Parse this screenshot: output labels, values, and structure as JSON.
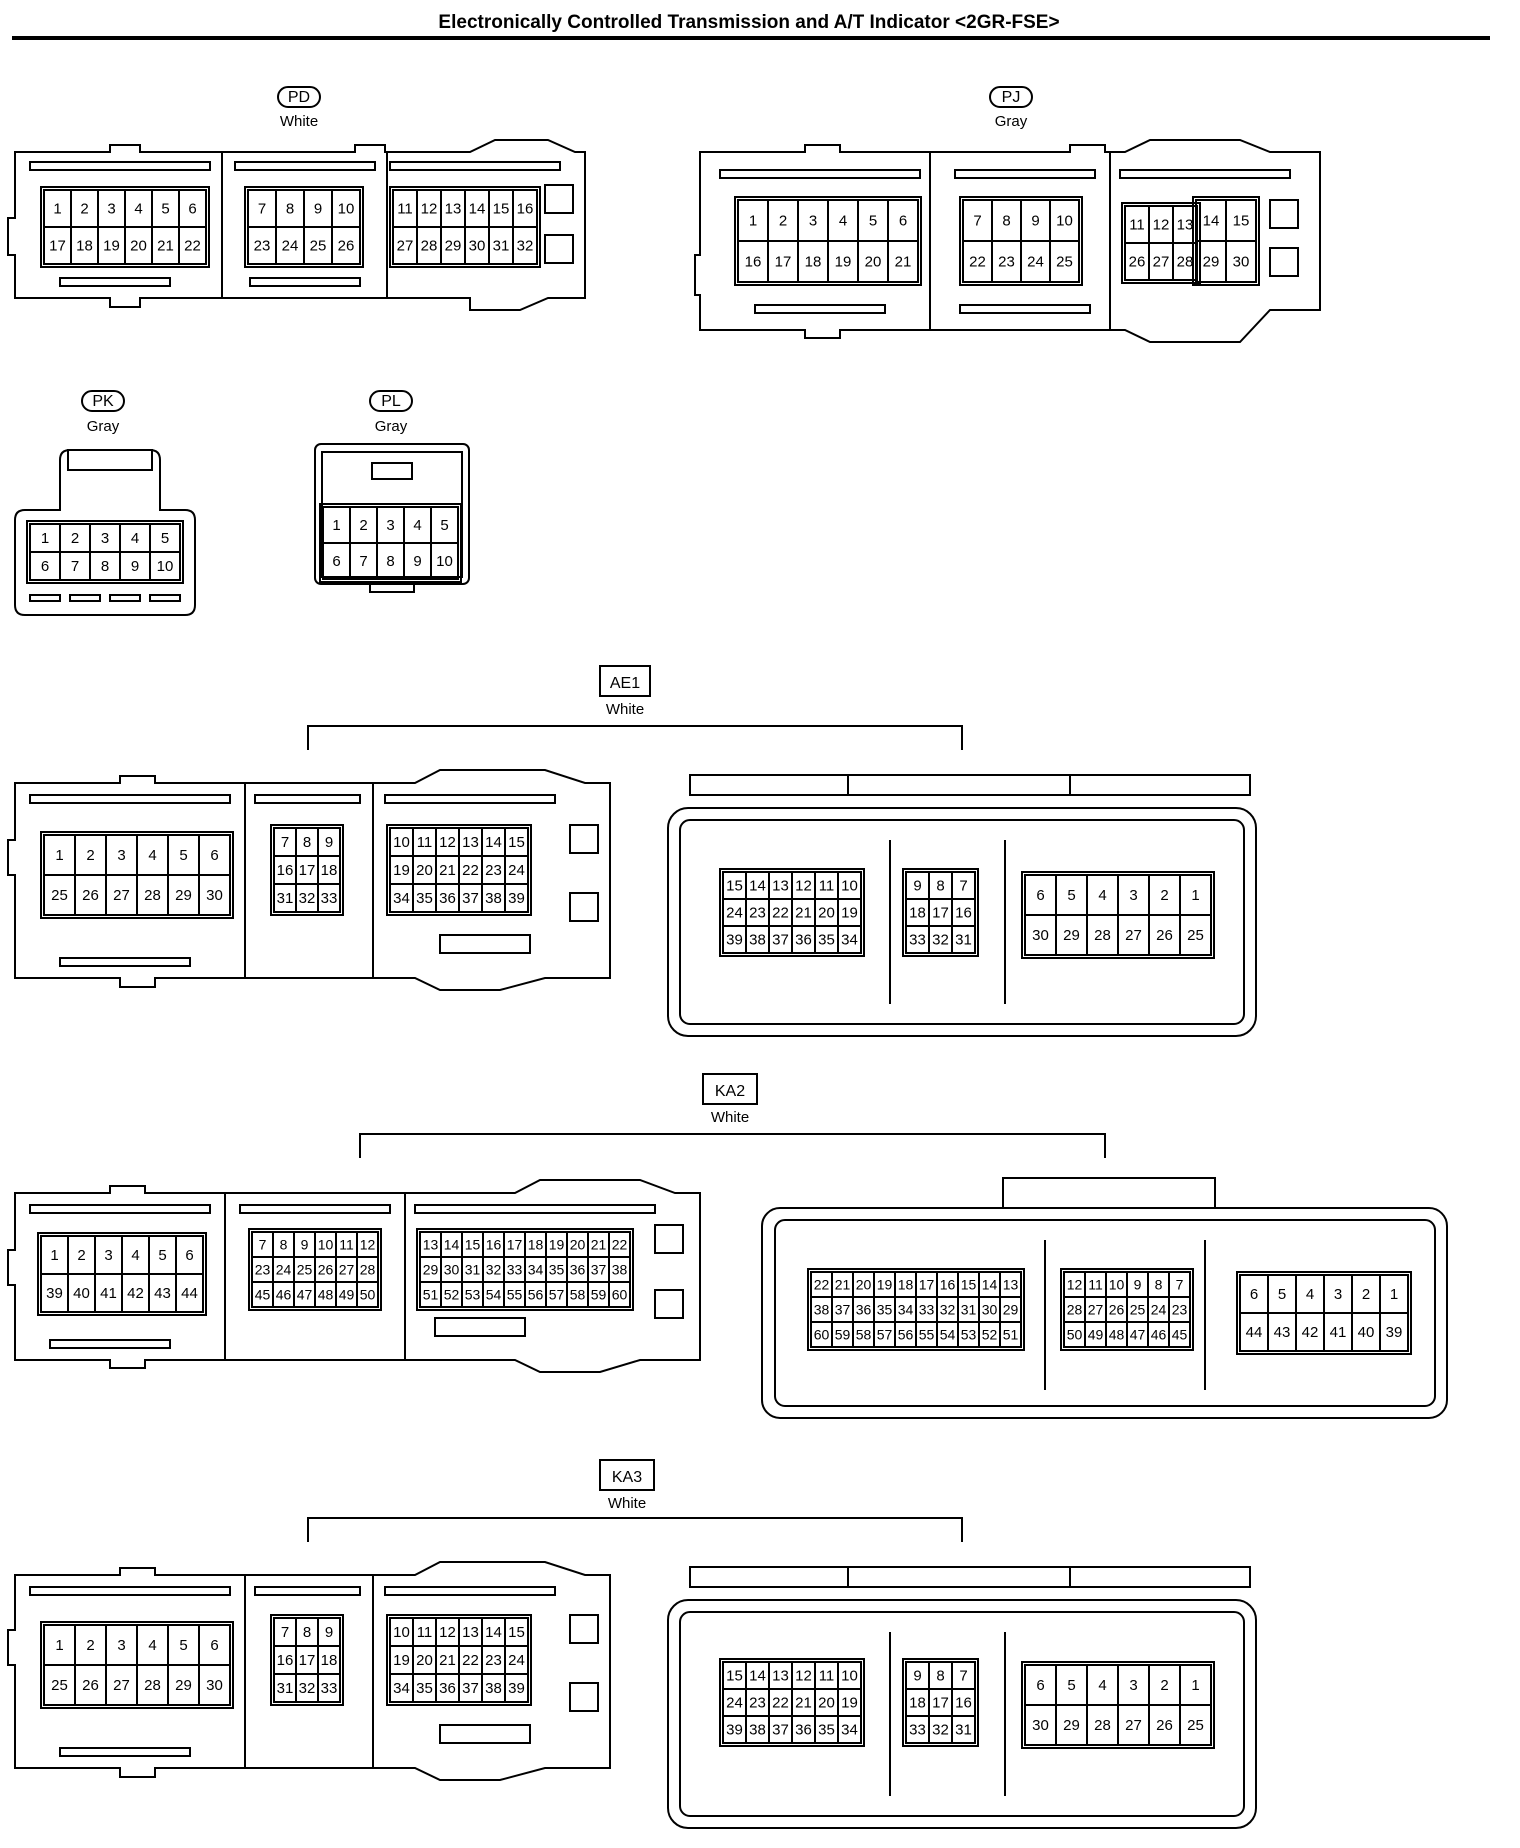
{
  "title": "Electronically Controlled Transmission and A/T Indicator <2GR-FSE>",
  "connectors": {
    "PD": {
      "code": "PD",
      "color": "White",
      "blocks": [
        [
          [
            "1",
            "2",
            "3",
            "4",
            "5",
            "6"
          ],
          [
            "17",
            "18",
            "19",
            "20",
            "21",
            "22"
          ]
        ],
        [
          [
            "7",
            "8",
            "9",
            "10"
          ],
          [
            "23",
            "24",
            "25",
            "26"
          ]
        ],
        [
          [
            "11",
            "12",
            "13",
            "14",
            "15",
            "16"
          ],
          [
            "27",
            "28",
            "29",
            "30",
            "31",
            "32"
          ]
        ]
      ]
    },
    "PJ": {
      "code": "PJ",
      "color": "Gray",
      "blocks": [
        [
          [
            "1",
            "2",
            "3",
            "4",
            "5",
            "6"
          ],
          [
            "16",
            "17",
            "18",
            "19",
            "20",
            "21"
          ]
        ],
        [
          [
            "7",
            "8",
            "9",
            "10"
          ],
          [
            "22",
            "23",
            "24",
            "25"
          ]
        ],
        [
          [
            "11",
            "12",
            "13"
          ],
          [
            "26",
            "27",
            "28"
          ]
        ],
        [
          [
            "14",
            "15"
          ],
          [
            "29",
            "30"
          ]
        ]
      ]
    },
    "PK": {
      "code": "PK",
      "color": "Gray",
      "blocks": [
        [
          [
            "1",
            "2",
            "3",
            "4",
            "5"
          ],
          [
            "6",
            "7",
            "8",
            "9",
            "10"
          ]
        ]
      ]
    },
    "PL": {
      "code": "PL",
      "color": "Gray",
      "blocks": [
        [
          [
            "1",
            "2",
            "3",
            "4",
            "5"
          ],
          [
            "6",
            "7",
            "8",
            "9",
            "10"
          ]
        ]
      ]
    },
    "AE1": {
      "code": "AE1",
      "color": "White",
      "left": [
        [
          [
            "1",
            "2",
            "3",
            "4",
            "5",
            "6"
          ],
          [
            "25",
            "26",
            "27",
            "28",
            "29",
            "30"
          ]
        ],
        [
          [
            "7",
            "8",
            "9"
          ],
          [
            "16",
            "17",
            "18"
          ],
          [
            "31",
            "32",
            "33"
          ]
        ],
        [
          [
            "10",
            "11",
            "12",
            "13",
            "14",
            "15"
          ],
          [
            "19",
            "20",
            "21",
            "22",
            "23",
            "24"
          ],
          [
            "34",
            "35",
            "36",
            "37",
            "38",
            "39"
          ]
        ]
      ],
      "right": [
        [
          [
            "15",
            "14",
            "13",
            "12",
            "11",
            "10"
          ],
          [
            "24",
            "23",
            "22",
            "21",
            "20",
            "19"
          ],
          [
            "39",
            "38",
            "37",
            "36",
            "35",
            "34"
          ]
        ],
        [
          [
            "9",
            "8",
            "7"
          ],
          [
            "18",
            "17",
            "16"
          ],
          [
            "33",
            "32",
            "31"
          ]
        ],
        [
          [
            "6",
            "5",
            "4",
            "3",
            "2",
            "1"
          ],
          [
            "30",
            "29",
            "28",
            "27",
            "26",
            "25"
          ]
        ]
      ]
    },
    "KA2": {
      "code": "KA2",
      "color": "White",
      "left": [
        [
          [
            "1",
            "2",
            "3",
            "4",
            "5",
            "6"
          ],
          [
            "39",
            "40",
            "41",
            "42",
            "43",
            "44"
          ]
        ],
        [
          [
            "7",
            "8",
            "9",
            "10",
            "11",
            "12"
          ],
          [
            "23",
            "24",
            "25",
            "26",
            "27",
            "28"
          ],
          [
            "45",
            "46",
            "47",
            "48",
            "49",
            "50"
          ]
        ],
        [
          [
            "13",
            "14",
            "15",
            "16",
            "17",
            "18",
            "19",
            "20",
            "21",
            "22"
          ],
          [
            "29",
            "30",
            "31",
            "32",
            "33",
            "34",
            "35",
            "36",
            "37",
            "38"
          ],
          [
            "51",
            "52",
            "53",
            "54",
            "55",
            "56",
            "57",
            "58",
            "59",
            "60"
          ]
        ]
      ],
      "right": [
        [
          [
            "22",
            "21",
            "20",
            "19",
            "18",
            "17",
            "16",
            "15",
            "14",
            "13"
          ],
          [
            "38",
            "37",
            "36",
            "35",
            "34",
            "33",
            "32",
            "31",
            "30",
            "29"
          ],
          [
            "60",
            "59",
            "58",
            "57",
            "56",
            "55",
            "54",
            "53",
            "52",
            "51"
          ]
        ],
        [
          [
            "12",
            "11",
            "10",
            "9",
            "8",
            "7"
          ],
          [
            "28",
            "27",
            "26",
            "25",
            "24",
            "23"
          ],
          [
            "50",
            "49",
            "48",
            "47",
            "46",
            "45"
          ]
        ],
        [
          [
            "6",
            "5",
            "4",
            "3",
            "2",
            "1"
          ],
          [
            "44",
            "43",
            "42",
            "41",
            "40",
            "39"
          ]
        ]
      ]
    },
    "KA3": {
      "code": "KA3",
      "color": "White",
      "left": [
        [
          [
            "1",
            "2",
            "3",
            "4",
            "5",
            "6"
          ],
          [
            "25",
            "26",
            "27",
            "28",
            "29",
            "30"
          ]
        ],
        [
          [
            "7",
            "8",
            "9"
          ],
          [
            "16",
            "17",
            "18"
          ],
          [
            "31",
            "32",
            "33"
          ]
        ],
        [
          [
            "10",
            "11",
            "12",
            "13",
            "14",
            "15"
          ],
          [
            "19",
            "20",
            "21",
            "22",
            "23",
            "24"
          ],
          [
            "34",
            "35",
            "36",
            "37",
            "38",
            "39"
          ]
        ]
      ],
      "right": [
        [
          [
            "15",
            "14",
            "13",
            "12",
            "11",
            "10"
          ],
          [
            "24",
            "23",
            "22",
            "21",
            "20",
            "19"
          ],
          [
            "39",
            "38",
            "37",
            "36",
            "35",
            "34"
          ]
        ],
        [
          [
            "9",
            "8",
            "7"
          ],
          [
            "18",
            "17",
            "16"
          ],
          [
            "33",
            "32",
            "31"
          ]
        ],
        [
          [
            "6",
            "5",
            "4",
            "3",
            "2",
            "1"
          ],
          [
            "30",
            "29",
            "28",
            "27",
            "26",
            "25"
          ]
        ]
      ]
    }
  }
}
